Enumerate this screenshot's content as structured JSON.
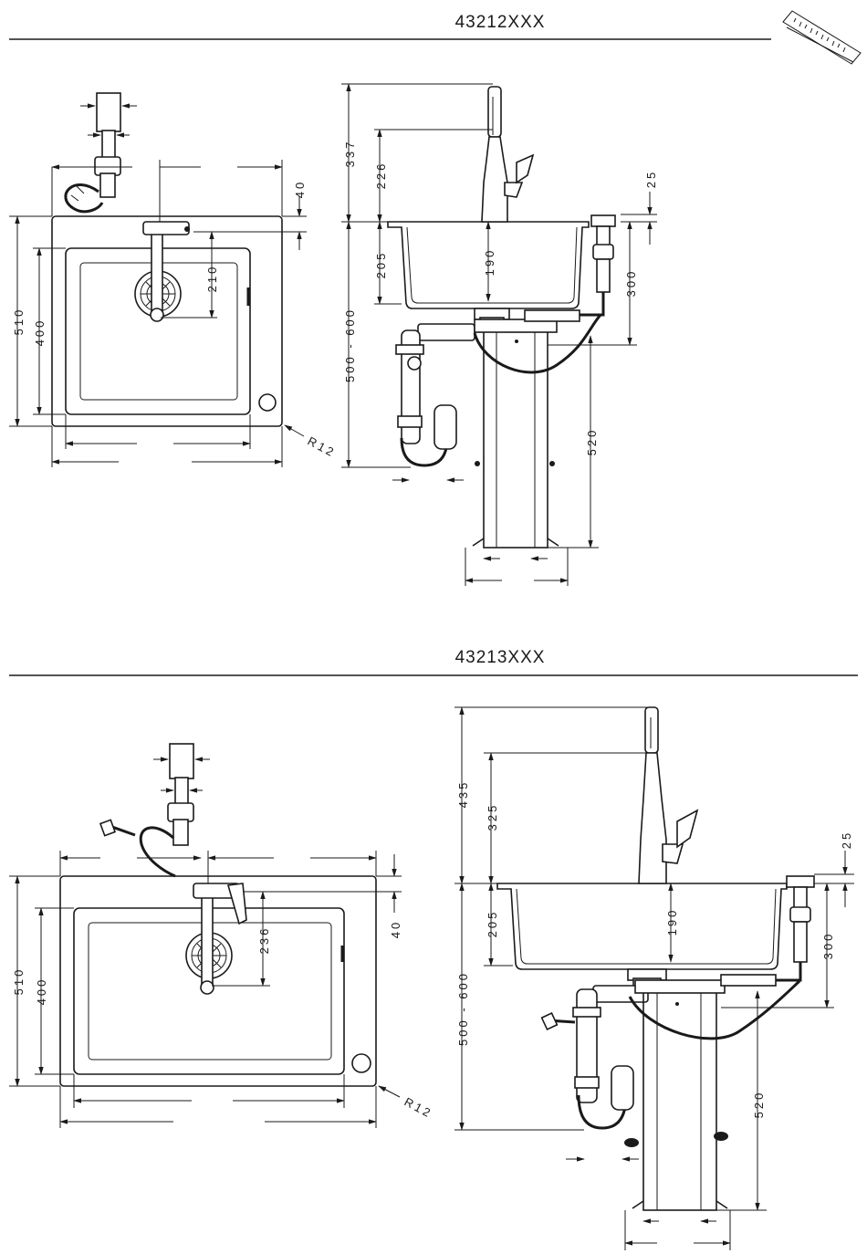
{
  "drawing_1": {
    "model_code": "43212XXX",
    "top_view": {
      "dim_overall_height": "510",
      "dim_bowl_height": "400",
      "dim_edge_to_tap": "40",
      "dim_tap_to_drain": "210",
      "dim_corner_radius": "R12"
    },
    "side_view": {
      "dim_tap_total_height": "337",
      "dim_tap_spout_height": "226",
      "dim_bowl_depth": "205",
      "dim_spout_clearance": "190",
      "dim_deck_thickness": "25",
      "dim_dispenser_depth": "300",
      "dim_cabinet_height": "500 - 600",
      "dim_stand_height": "520"
    }
  },
  "drawing_2": {
    "model_code": "43213XXX",
    "top_view": {
      "dim_overall_height": "510",
      "dim_bowl_height": "400",
      "dim_edge_to_tap": "40",
      "dim_tap_to_drain": "236",
      "dim_corner_radius": "R12"
    },
    "side_view": {
      "dim_tap_total_height": "435",
      "dim_tap_spout_height": "325",
      "dim_bowl_depth": "205",
      "dim_spout_clearance": "190",
      "dim_deck_thickness": "25",
      "dim_dispenser_depth": "300",
      "dim_cabinet_height": "500 - 600",
      "dim_stand_height": "520"
    }
  }
}
